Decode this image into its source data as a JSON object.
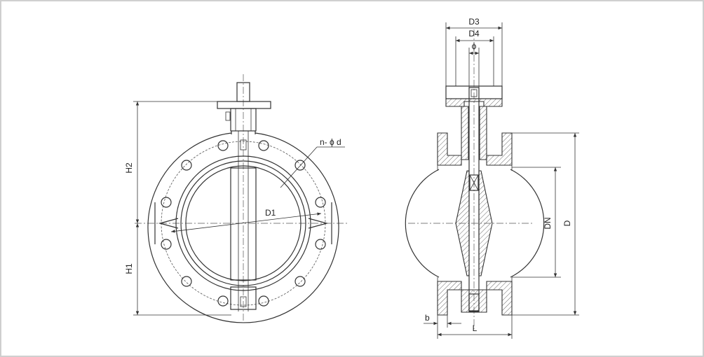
{
  "labels": {
    "h2": "H2",
    "h1": "H1",
    "d1": "D1",
    "n_phi_d": "n- ϕ d",
    "d3": "D3",
    "d4": "D4",
    "phi": "ϕ",
    "dn": "DN",
    "d": "D",
    "b": "b",
    "l": "L"
  },
  "colors": {
    "line": "#333333",
    "frame": "#cfcfcf",
    "background": "#ffffff"
  }
}
